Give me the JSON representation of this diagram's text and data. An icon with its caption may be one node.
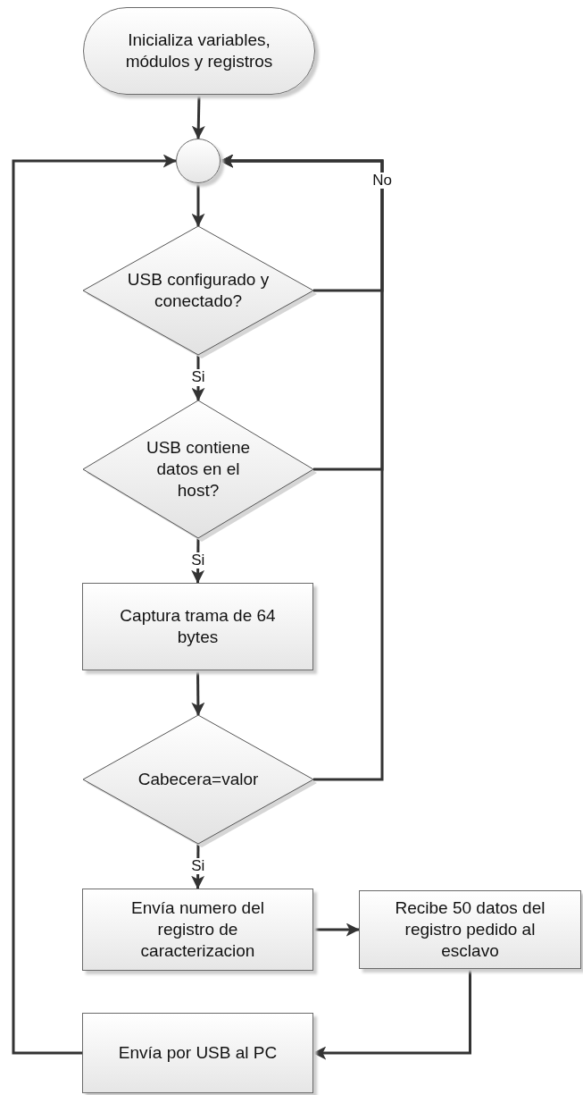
{
  "diagram": {
    "nodes": [
      {
        "text": [
          "Inicializa variables, módulos y registros"
        ]
      },
      {
        "text": [],
        "shape": "circle"
      },
      {
        "text": [
          "USB configurado y conectado?"
        ]
      },
      {
        "text": [
          "USB contiene datos en el host?"
        ]
      },
      {
        "text": [
          "Captura trama de 64 bytes"
        ]
      },
      {
        "text": [
          "Cabecera=valor"
        ]
      },
      {
        "text": [
          "Envía numero del registro de caracterizacion"
        ]
      },
      {
        "text": [
          "Recibe 50 datos del registro pedido al esclavo"
        ]
      },
      {
        "text": [
          "Envía por USB al PC"
        ]
      }
    ],
    "edges": [
      {
        "from": 0,
        "to": 1,
        "arrow": "to"
      },
      {
        "from": 1,
        "to": 2,
        "arrow": "to"
      },
      {
        "from": 2,
        "to": 3,
        "arrow": "to",
        "label": "Si"
      },
      {
        "from": 3,
        "to": 4,
        "arrow": "to",
        "label": "Si"
      },
      {
        "from": 4,
        "to": 5,
        "arrow": "to"
      },
      {
        "from": 5,
        "to": 6,
        "arrow": "to",
        "label": "Si"
      },
      {
        "from": 6,
        "to": 7,
        "arrow": "to"
      },
      {
        "from": 7,
        "to": 8,
        "arrow": "to"
      },
      {
        "from": 8,
        "to": 1,
        "arrow": "to"
      },
      {
        "from": 2,
        "to": 1,
        "arrow": "to",
        "label": "No"
      },
      {
        "from": 3,
        "to": 1,
        "arrow": "to"
      },
      {
        "from": 5,
        "to": 1,
        "arrow": "to"
      }
    ]
  }
}
